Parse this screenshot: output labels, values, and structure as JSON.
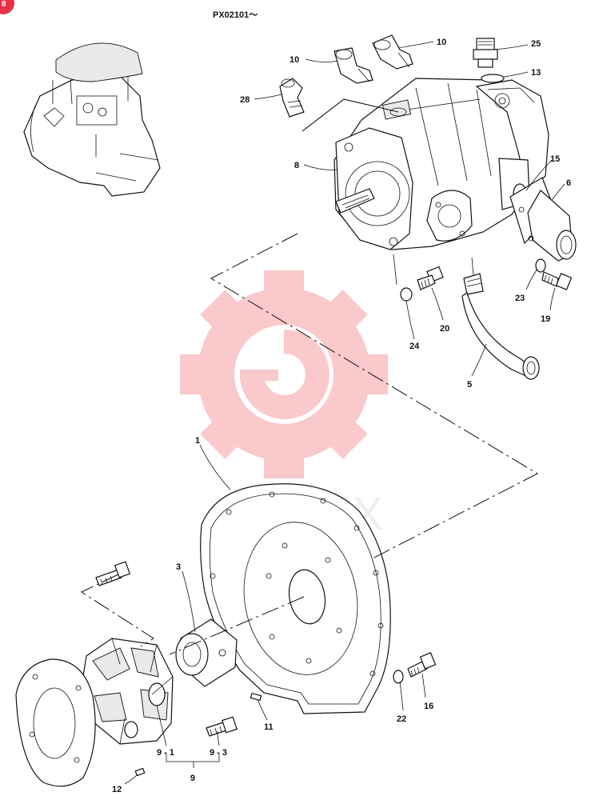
{
  "serial_range": "PX02101～",
  "watermark": {
    "text": "UPTEX",
    "color": "#f05a64"
  },
  "corner_badge": {
    "text": "8",
    "color": "#e8324a"
  },
  "callouts": [
    {
      "id": "c10a",
      "text": "10"
    },
    {
      "id": "c10b",
      "text": "10"
    },
    {
      "id": "c25",
      "text": "25"
    },
    {
      "id": "c13",
      "text": "13"
    },
    {
      "id": "c28",
      "text": "28"
    },
    {
      "id": "c8",
      "text": "8"
    },
    {
      "id": "c15",
      "text": "15"
    },
    {
      "id": "c6",
      "text": "6"
    },
    {
      "id": "c23",
      "text": "23"
    },
    {
      "id": "c19",
      "text": "19"
    },
    {
      "id": "c20",
      "text": "20"
    },
    {
      "id": "c24",
      "text": "24"
    },
    {
      "id": "c5",
      "text": "5"
    },
    {
      "id": "c1",
      "text": "1"
    },
    {
      "id": "c3",
      "text": "3"
    },
    {
      "id": "c11",
      "text": "11"
    },
    {
      "id": "c22",
      "text": "22"
    },
    {
      "id": "c16",
      "text": "16"
    },
    {
      "id": "c91",
      "text": "9 - 1"
    },
    {
      "id": "c93",
      "text": "9 - 3"
    },
    {
      "id": "c9",
      "text": "9"
    },
    {
      "id": "c12",
      "text": "12"
    }
  ]
}
